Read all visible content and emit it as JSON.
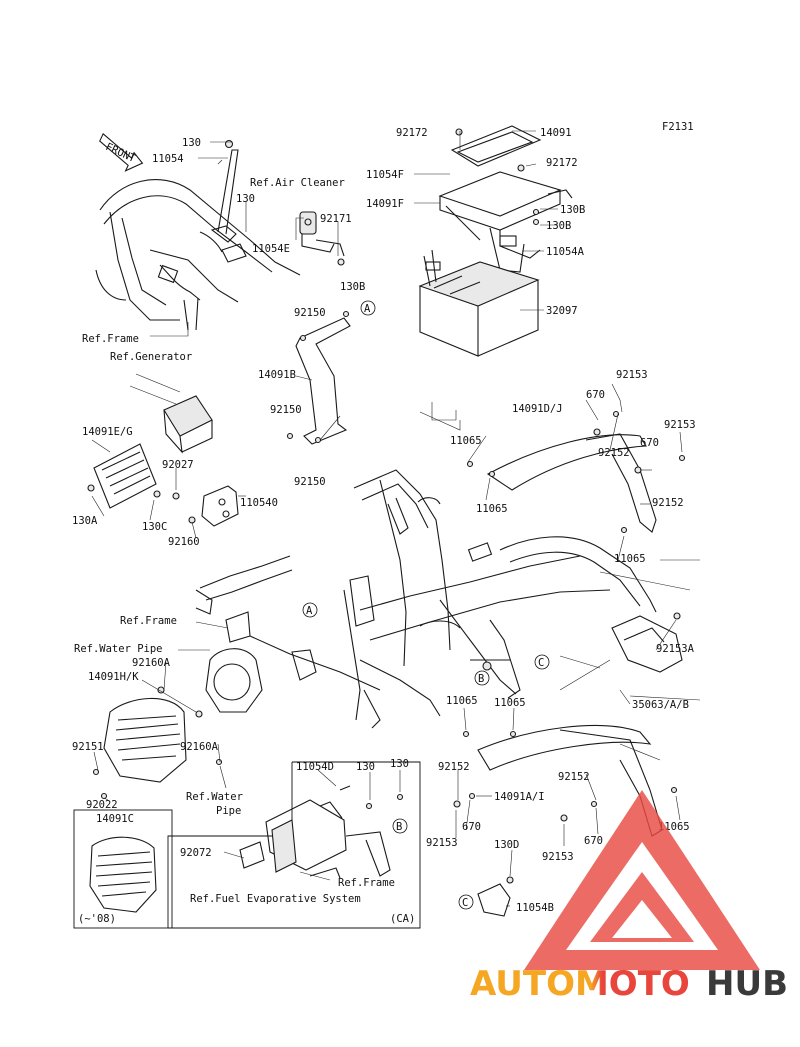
{
  "figure_code": "F2131",
  "front_label": "FRONT",
  "labels": [
    {
      "id": "l_92172a",
      "text": "92172"
    },
    {
      "id": "l_14091",
      "text": "14091"
    },
    {
      "id": "l_92172b",
      "text": "92172"
    },
    {
      "id": "l_11054F",
      "text": "11054F"
    },
    {
      "id": "l_14091F",
      "text": "14091F"
    },
    {
      "id": "l_130Ba",
      "text": "130B"
    },
    {
      "id": "l_130Bb",
      "text": "130B"
    },
    {
      "id": "l_11054A",
      "text": "11054A"
    },
    {
      "id": "l_32097",
      "text": "32097"
    },
    {
      "id": "l_130a",
      "text": "130"
    },
    {
      "id": "l_11054",
      "text": "11054"
    },
    {
      "id": "l_refair",
      "text": "Ref.Air Cleaner"
    },
    {
      "id": "l_130b",
      "text": "130"
    },
    {
      "id": "l_92171",
      "text": "92171"
    },
    {
      "id": "l_11054E",
      "text": "11054E"
    },
    {
      "id": "l_130Bc",
      "text": "130B"
    },
    {
      "id": "l_refframe1",
      "text": "Ref.Frame"
    },
    {
      "id": "l_refgen",
      "text": "Ref.Generator"
    },
    {
      "id": "l_92150a",
      "text": "92150"
    },
    {
      "id": "l_14091B",
      "text": "14091B"
    },
    {
      "id": "l_92150b",
      "text": "92150"
    },
    {
      "id": "l_92150c",
      "text": "92150"
    },
    {
      "id": "l_14091EG",
      "text": "14091E/G"
    },
    {
      "id": "l_92027",
      "text": "92027"
    },
    {
      "id": "l_110540",
      "text": "110540"
    },
    {
      "id": "l_130A",
      "text": "130A"
    },
    {
      "id": "l_130C",
      "text": "130C"
    },
    {
      "id": "l_92160",
      "text": "92160"
    },
    {
      "id": "l_92153a",
      "text": "92153"
    },
    {
      "id": "l_14091DJ",
      "text": "14091D/J"
    },
    {
      "id": "l_670a",
      "text": "670"
    },
    {
      "id": "l_92153b",
      "text": "92153"
    },
    {
      "id": "l_11065a",
      "text": "11065"
    },
    {
      "id": "l_92152a",
      "text": "92152"
    },
    {
      "id": "l_670b",
      "text": "670"
    },
    {
      "id": "l_11065b",
      "text": "11065"
    },
    {
      "id": "l_92152b",
      "text": "92152"
    },
    {
      "id": "l_11065c",
      "text": "11065"
    },
    {
      "id": "l_refframe2",
      "text": "Ref.Frame"
    },
    {
      "id": "l_92153A",
      "text": "92153A"
    },
    {
      "id": "l_refwater1",
      "text": "Ref.Water Pipe"
    },
    {
      "id": "l_92160A1",
      "text": "92160A"
    },
    {
      "id": "l_14091HK",
      "text": "14091H/K"
    },
    {
      "id": "l_35063",
      "text": "35063/A/B"
    },
    {
      "id": "l_11065d",
      "text": "11065"
    },
    {
      "id": "l_11065e",
      "text": "11065"
    },
    {
      "id": "l_92151",
      "text": "92151"
    },
    {
      "id": "l_92160A2",
      "text": "92160A"
    },
    {
      "id": "l_refwater2a",
      "text": "Ref.Water"
    },
    {
      "id": "l_refwater2b",
      "text": "Pipe"
    },
    {
      "id": "l_92022",
      "text": "92022"
    },
    {
      "id": "l_11054D",
      "text": "11054D"
    },
    {
      "id": "l_130c",
      "text": "130"
    },
    {
      "id": "l_130d",
      "text": "130"
    },
    {
      "id": "l_92152c",
      "text": "92152"
    },
    {
      "id": "l_14091AI",
      "text": "14091A/I"
    },
    {
      "id": "l_92152d",
      "text": "92152"
    },
    {
      "id": "l_670c",
      "text": "670"
    },
    {
      "id": "l_92153c",
      "text": "92153"
    },
    {
      "id": "l_670d",
      "text": "670"
    },
    {
      "id": "l_11065f",
      "text": "11065"
    },
    {
      "id": "l_92153d",
      "text": "92153"
    },
    {
      "id": "l_14091C",
      "text": "14091C"
    },
    {
      "id": "l_92072",
      "text": "92072"
    },
    {
      "id": "l_130D",
      "text": "130D"
    },
    {
      "id": "l_refframe3",
      "text": "Ref.Frame"
    },
    {
      "id": "l_reffuel",
      "text": "Ref.Fuel Evaporative System"
    },
    {
      "id": "l_11054B",
      "text": "11054B"
    },
    {
      "id": "l_ca",
      "text": "(CA)"
    },
    {
      "id": "l_08",
      "text": "(~'08)"
    }
  ],
  "callouts": [
    "A",
    "A",
    "B",
    "B",
    "C",
    "C"
  ],
  "watermark": {
    "text_colored": "AUTOMOTO",
    "text_dark": "HUB",
    "colors": {
      "orange": "#f5a623",
      "red": "#e8463c",
      "dark": "#3a3a3a",
      "triangle": "#e94b43"
    }
  }
}
